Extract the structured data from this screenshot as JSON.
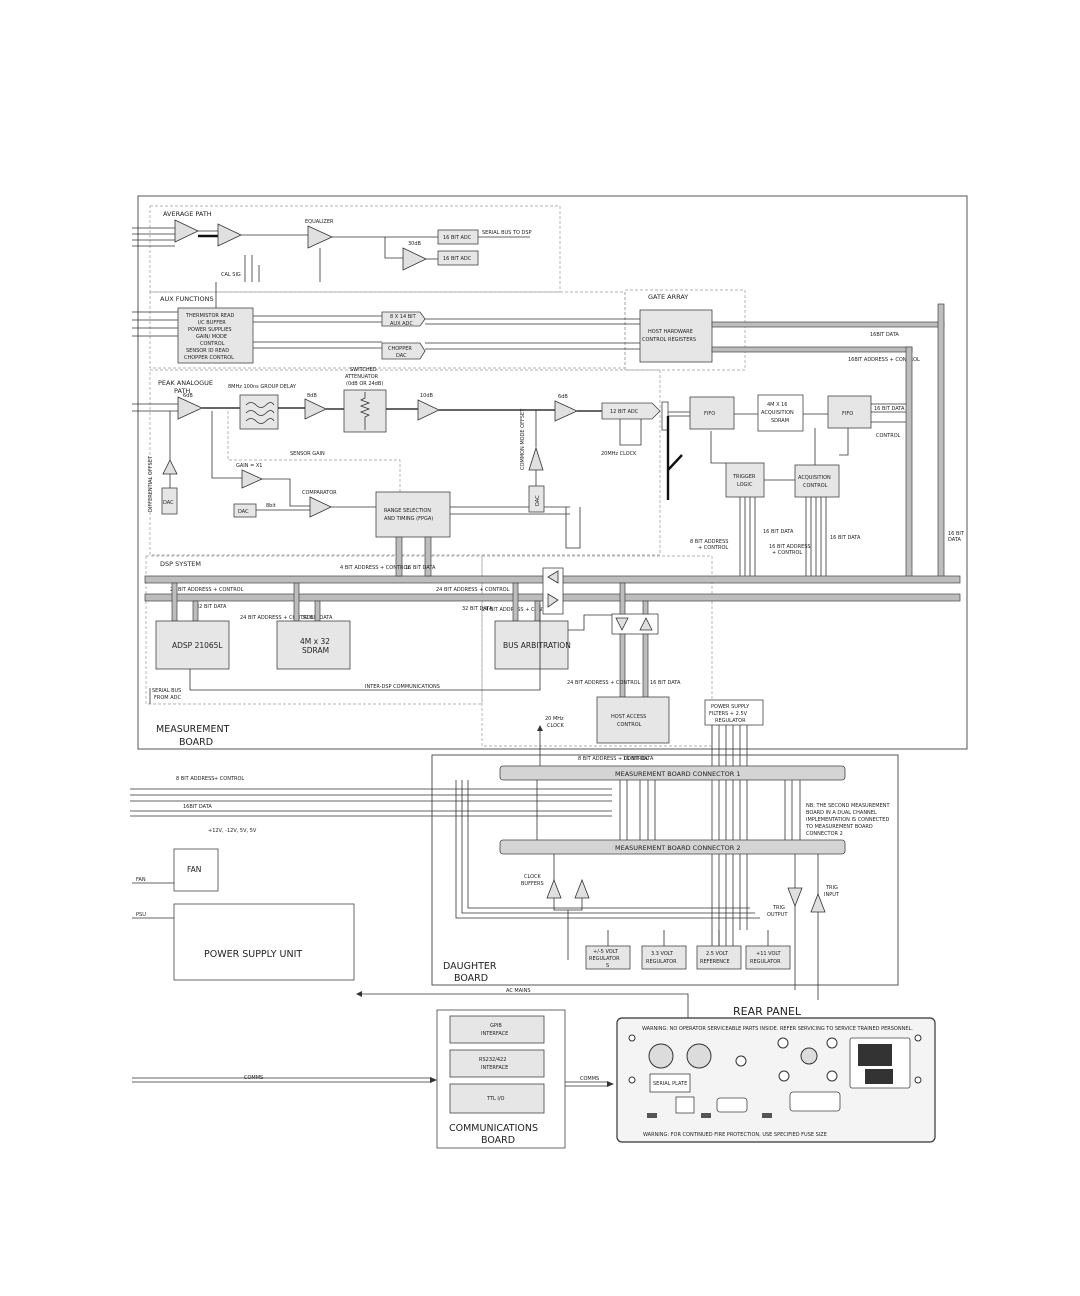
{
  "sections": {
    "average_path": "AVERAGE PATH",
    "aux_functions": "AUX FUNCTIONS",
    "gate_array": "GATE ARRAY",
    "peak_path_1": "PEAK ANALOGUE",
    "peak_path_2": "PATH",
    "dsp_system": "DSP SYSTEM",
    "measurement_board_1": "MEASUREMENT",
    "measurement_board_2": "BOARD",
    "daughter_board_1": "DAUGHTER",
    "daughter_board_2": "BOARD",
    "rear_panel": "REAR PANEL",
    "comms_board_1": "COMMUNICATIONS",
    "comms_board_2": "BOARD"
  },
  "blocks": {
    "equalizer": "EQUALIZER",
    "adc16_a": "16 BIT ADC",
    "adc16_b": "16 BIT ADC",
    "serial_bus": "SERIAL BUS TO DSP",
    "db30": "30dB",
    "cal_sig": "CAL SIG",
    "aux_1": "THERMISTOR READ",
    "aux_2": "I/C BUFFER",
    "aux_3": "POWER SUPPLIES",
    "aux_4": "GAIN/ MODE",
    "aux_5": "CONTROL",
    "aux_6": "SENSOR ID READ",
    "aux_7": "CHOPPER CONTROL",
    "aux_adc_1": "8 X 14 BIT",
    "aux_adc_2": "AUX ADC",
    "chopper_dac_1": "CHOPPER",
    "chopper_dac_2": "DAC",
    "host_hw_1": "HOST HARDWARE",
    "host_hw_2": "CONTROL REGISTERS",
    "bit_data_16": "16BIT DATA",
    "bit_addr_16": "16BIT ADDRESS + CONTROL",
    "filter": "8MHz 100ns GROUP DELAY",
    "atten_1": "SWITCHED",
    "atten_2": "ATTENUATOR",
    "atten_3": "(0dB OR 24dB)",
    "g6": "6dB",
    "g8": "8dB",
    "g10": "10dB",
    "g6b": "6dB",
    "adc12": "12 BIT ADC",
    "fifo_a": "FIFO",
    "fifo_b": "FIFO",
    "sdram_acq_1": "4M X 16",
    "sdram_acq_2": "ACQUISITION",
    "sdram_acq_3": "SDRAM",
    "clock20": "20MHz CLOCK",
    "control": "CONTROL",
    "data16_r": "16 BIT DATA",
    "differential_offset": "DIFFERENTIAL OFFSET",
    "common_mode_offset": "COMMON MODE OFFSET",
    "sensor_gain": "SENSOR GAIN",
    "gain_x1": "GAIN = X1",
    "comparator": "COMPARATOR",
    "dac_a": "DAC",
    "dac_b": "DAC",
    "dac_c": "DAC",
    "bit8": "8bit",
    "range_1": "RANGE SELECTION",
    "range_2": "AND TIMING (FPGA)",
    "trigger_1": "TRIGGER",
    "trigger_2": "LOGIC",
    "acqctl_1": "ACQUISITION",
    "acqctl_2": "CONTROL",
    "bit8_addr": "8 BIT ADDRESS",
    "plus_ctrl": "+ CONTROL",
    "bit16_data_a": "16 BIT DATA",
    "bit16_addr_a": "16 BIT ADDRESS",
    "bit16_addr_b": "+ CONTROL",
    "bit16_data_b": "16 BIT DATA",
    "bit16_r_1": "16 BIT",
    "bit16_r_2": "DATA",
    "bit4_addr": "4 BIT ADDRESS + CONTROL",
    "bit16_data_c": "16 BIT DATA",
    "bit24_addr_a": "24 BIT ADDRESS + CONTROL",
    "bit32_data_a": "32 BIT DATA",
    "bit24_addr_b": "24 BIT ADDRESS + CONTROL",
    "bit32_data_b": "32 BIT DATA",
    "bit24_addr_c": "24 BIT ADDRESS + CONTROL",
    "bit32_data_c": "32 BIT DATA",
    "bit24_addr_d": "24 BIT ADDRESS + CONTROL",
    "adsp": "ADSP 21065L",
    "sdram_1": "4M x 32",
    "sdram_2": "SDRAM",
    "bus_arb": "BUS ARBITRATION",
    "serial_adc_1": "SERIAL BUS",
    "serial_adc_2": "FROM ADC",
    "inter_dsp": "INTER-DSP COMMUNICATIONS",
    "bit24_addr_e": "24 BIT ADDRESS + CONTROL",
    "bit16_data_d": "16 BIT DATA",
    "clock20b_1": "20 MHz",
    "clock20b_2": "CLOCK",
    "host_access_1": "HOST ACCESS",
    "host_access_2": "CONTROL",
    "psf_1": "POWER SUPPLY",
    "psf_2": "FILTERS + 2.5V",
    "psf_3": "REGULATOR",
    "bit8_addr_b": "8 BIT ADDRESS + CONTROL",
    "bit16_data_e": "16 BIT DATA",
    "supplies": "+12V, -12V, 5V, 5V",
    "conn1": "MEASUREMENT BOARD CONNECTOR 1",
    "conn2": "MEASUREMENT BOARD CONNECTOR 2",
    "conn_bits_a": "8 BIT ADDRESS",
    "conn_bits_b": "+ CONTROL",
    "conn_bits_c": "16BIT DATA",
    "nb_1": "NB: THE SECOND MEASUREMENT",
    "nb_2": "BOARD IN A DUAL CHANNEL",
    "nb_3": "IMPLEMENTATION IS CONNECTED",
    "nb_4": "TO MEASUREMENT BOARD",
    "nb_5": "CONNECTOR 2",
    "fan": "FAN",
    "fan_line": "FAN",
    "psu_line": "PSU",
    "psu": "POWER SUPPLY UNIT",
    "clock_buf_1": "CLOCK",
    "clock_buf_2": "BUFFERS",
    "trig_out_1": "TRIG",
    "trig_out_2": "OUTPUT",
    "trig_in_1": "TRIG",
    "trig_in_2": "INPUT",
    "reg5_1": "+/-5 VOLT",
    "reg5_2": "REGULATOR",
    "reg5_3": "S",
    "reg33_1": "3.3 VOLT",
    "reg33_2": "REGULATOR",
    "ref25_1": "2.5 VOLT",
    "ref25_2": "REFERENCE",
    "reg11_1": "+11 VOLT",
    "reg11_2": "REGULATOR",
    "acmains": "AC MAINS",
    "gpib_1": "GPIB",
    "gpib_2": "INTERFACE",
    "rs232_1": "RS232/422",
    "rs232_2": "INTERFACE",
    "ttl": "TTL I/O",
    "comms_in": "COMMS",
    "comms_out": "COMMS",
    "warning_top": "WARNING: NO OPERATOR SERVICEABLE PARTS INSIDE. REFER SERVICING TO SERVICE TRAINED PERSONNEL.",
    "warning_bottom": "WARNING: FOR CONTINUED FIRE PROTECTION, USE SPECIFIED FUSE SIZE",
    "serial_plate": "SERIAL PLATE"
  }
}
